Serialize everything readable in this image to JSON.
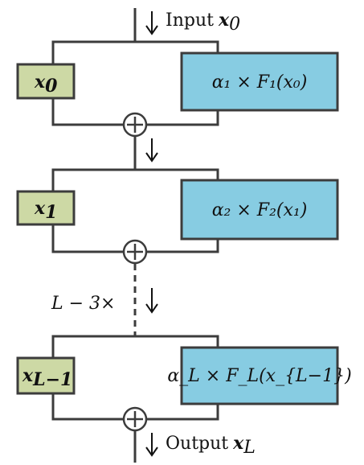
{
  "diagram": {
    "input_label": "Input",
    "input_var": "x",
    "input_sub": "0",
    "output_label": "Output",
    "output_var": "x",
    "output_sub": "L",
    "repeat_label": "L − 3×",
    "blocks": [
      {
        "skip_var": "x",
        "skip_sub": "0",
        "f_text": "α₁ × F₁(x₀)"
      },
      {
        "skip_var": "x",
        "skip_sub": "1",
        "f_text": "α₂ × F₂(x₁)"
      },
      {
        "skip_var": "x",
        "skip_sub": "L−1",
        "f_text": "α_L × F_L(x_{L−1})"
      }
    ],
    "colors": {
      "skip_fill": "#cdd9a5",
      "func_fill": "#87cce2",
      "stroke": "#3c3c3c"
    }
  }
}
